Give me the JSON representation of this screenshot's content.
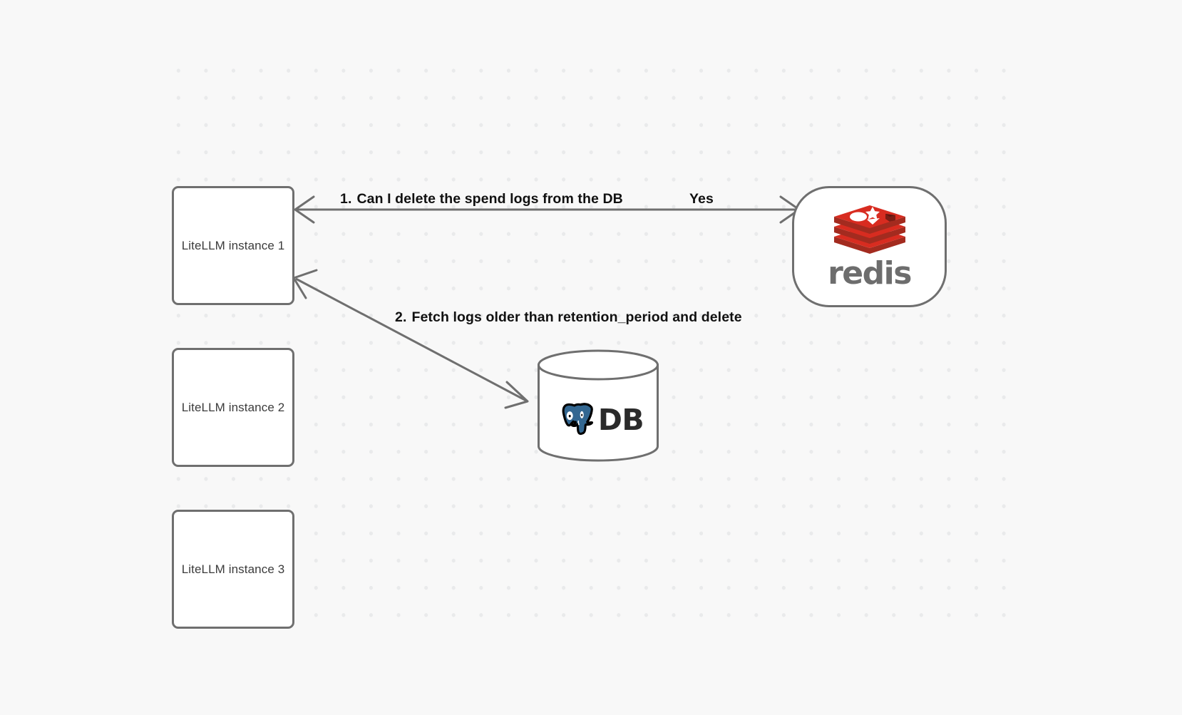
{
  "canvas": {
    "background_color": "#f8f8f8",
    "dot_color": "#e9eaeb",
    "stroke_color": "#6f6f6f"
  },
  "nodes": {
    "litellm_1": {
      "label": "LiteLLM instance 1"
    },
    "litellm_2": {
      "label": "LiteLLM instance 2"
    },
    "litellm_3": {
      "label": "LiteLLM instance 3"
    },
    "redis": {
      "label": "redis",
      "brand_color": "#d82c20",
      "wordmark_color": "#6d6d6d"
    },
    "db": {
      "label": "DB",
      "brand_color": "#336791"
    }
  },
  "edges": [
    {
      "id": "step-1",
      "number": "1.",
      "label": "Can I delete the spend logs from the DB",
      "from": "litellm_1",
      "to": "redis",
      "direction": "bidirectional"
    },
    {
      "id": "yes",
      "label": "Yes",
      "from": "litellm_1",
      "to": "redis",
      "direction": "forward"
    },
    {
      "id": "step-2",
      "number": "2.",
      "label": "Fetch logs older than retention_period and delete",
      "from": "litellm_1",
      "to": "db",
      "direction": "bidirectional"
    }
  ]
}
